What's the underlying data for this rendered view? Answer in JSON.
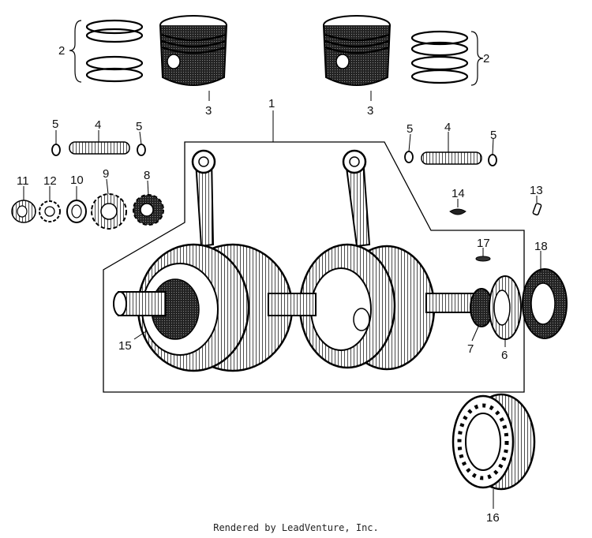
{
  "callouts": {
    "c1": "1",
    "c2a": "2",
    "c2b": "2",
    "c3a": "3",
    "c3b": "3",
    "c4a": "4",
    "c4b": "4",
    "c5a": "5",
    "c5b": "5",
    "c5c": "5",
    "c5d": "5",
    "c6": "6",
    "c7": "7",
    "c8": "8",
    "c9": "9",
    "c10": "10",
    "c11": "11",
    "c12": "12",
    "c13": "13",
    "c14": "14",
    "c15": "15",
    "c16": "16",
    "c17": "17",
    "c18": "18"
  },
  "footer": {
    "text": "Rendered by LeadVenture, Inc."
  }
}
